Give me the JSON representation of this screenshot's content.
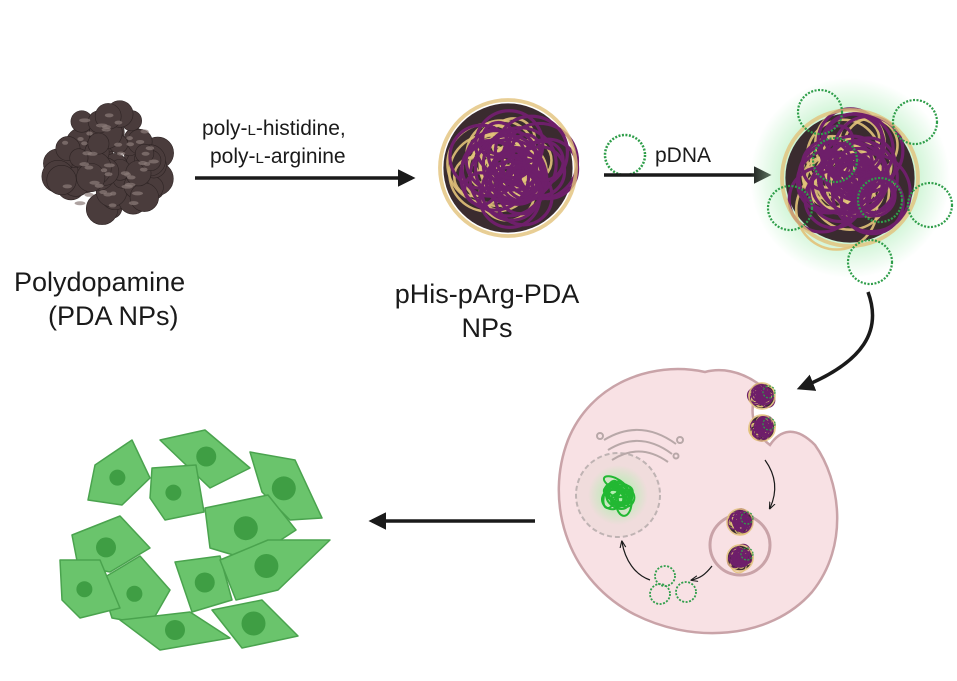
{
  "labels": {
    "step1": {
      "line1": "Polydopamine",
      "line2": "(PDA NPs)"
    },
    "reagent": {
      "line1_a": "poly-",
      "line1_sc": "L",
      "line1_b": "-histidine,",
      "line2_a": "poly-",
      "line2_sc": "L",
      "line2_b": "-arginine"
    },
    "step2": {
      "line1": "pHis-pArg-PDA",
      "line2": "NPs"
    },
    "plasmid": "pDNA"
  },
  "colors": {
    "pda_core": "#4a3c3c",
    "pda_highlight": "#8a7a78",
    "polyhistidine": "#6e1f6a",
    "polyarginine": "#e2c27a",
    "pdna": "#2f9e4a",
    "pdna_glow": "#b9f0c2",
    "cell_fill": "#f8e1e4",
    "cell_stroke": "#c9a3a8",
    "nucleus_fill": "#f0dcdc",
    "gfp_green": "#22b833",
    "transfected_cell": "#6ac46c",
    "transfected_nucleus": "#3f9e44",
    "arrow": "#1a1a1a"
  },
  "icons": [
    "pda-nanoparticle-icon",
    "coated-nanoparticle-icon",
    "plasmid-ring-icon",
    "loaded-nanoparticle-icon",
    "cell-uptake-icon",
    "transfected-cells-icon"
  ]
}
